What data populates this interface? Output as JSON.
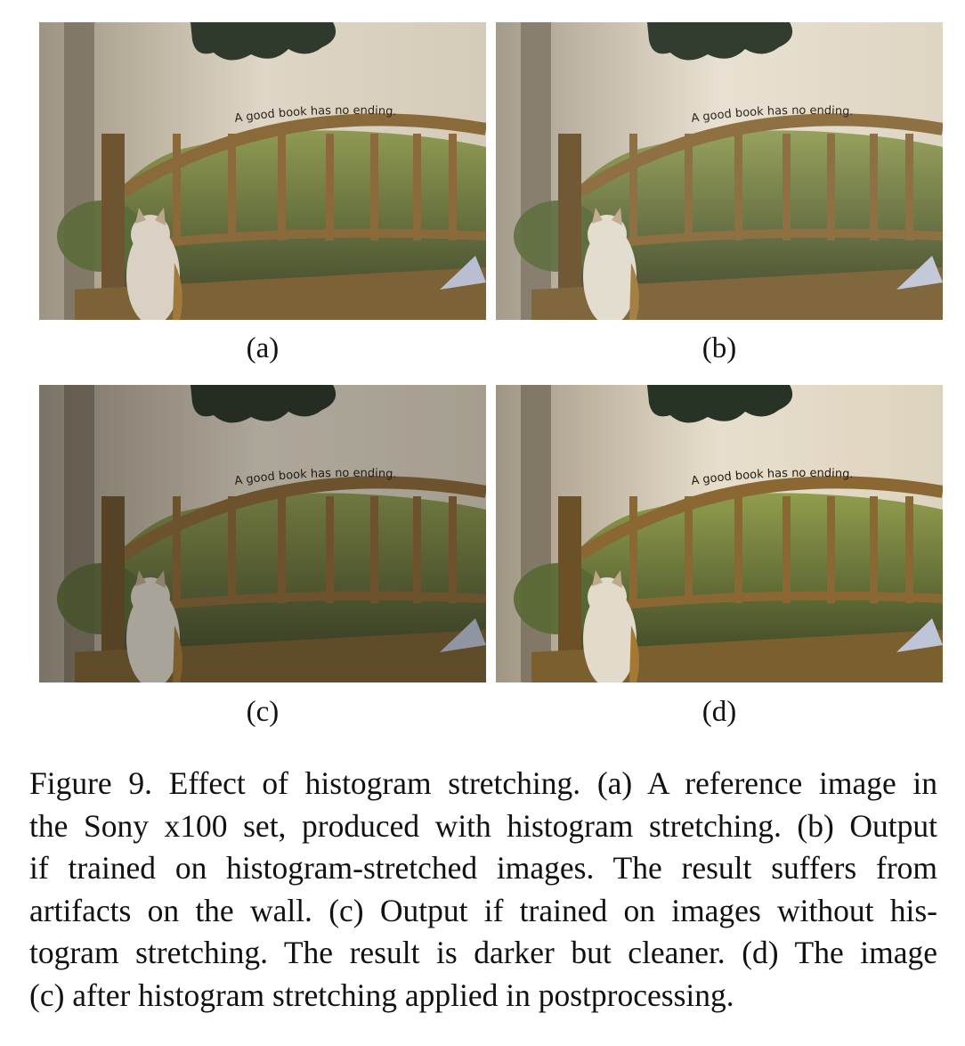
{
  "panels": [
    {
      "id": "a",
      "label": "(a)",
      "painted_text": "A good book has no ending.",
      "tone": "reference"
    },
    {
      "id": "b",
      "label": "(b)",
      "painted_text": "A good book has no ending.",
      "tone": "artifacts"
    },
    {
      "id": "c",
      "label": "(c)",
      "painted_text": "A good book has no ending.",
      "tone": "darker"
    },
    {
      "id": "d",
      "label": "(d)",
      "painted_text": "A good book has no ending.",
      "tone": "stretched"
    }
  ],
  "caption": {
    "lines": [
      "Figure 9. Effect of histogram stretching. (a) A reference image in",
      "the Sony x100 set, produced with histogram stretching. (b) Output",
      "if trained on histogram-stretched images. The result suffers from",
      "artifacts on the wall. (c) Output if trained on images without his-",
      "togram stretching. The result is darker but cleaner. (d) The image",
      "(c) after histogram stretching applied in postprocessing."
    ]
  },
  "colors": {
    "wall_light": "#ded6c6",
    "wall_dark": "#b8ae9c",
    "bench_wood": "#8a6a3a",
    "foliage": "#6f7c3e",
    "tree_dark": "#2f3a2c",
    "cat": "#d9d2c4"
  }
}
